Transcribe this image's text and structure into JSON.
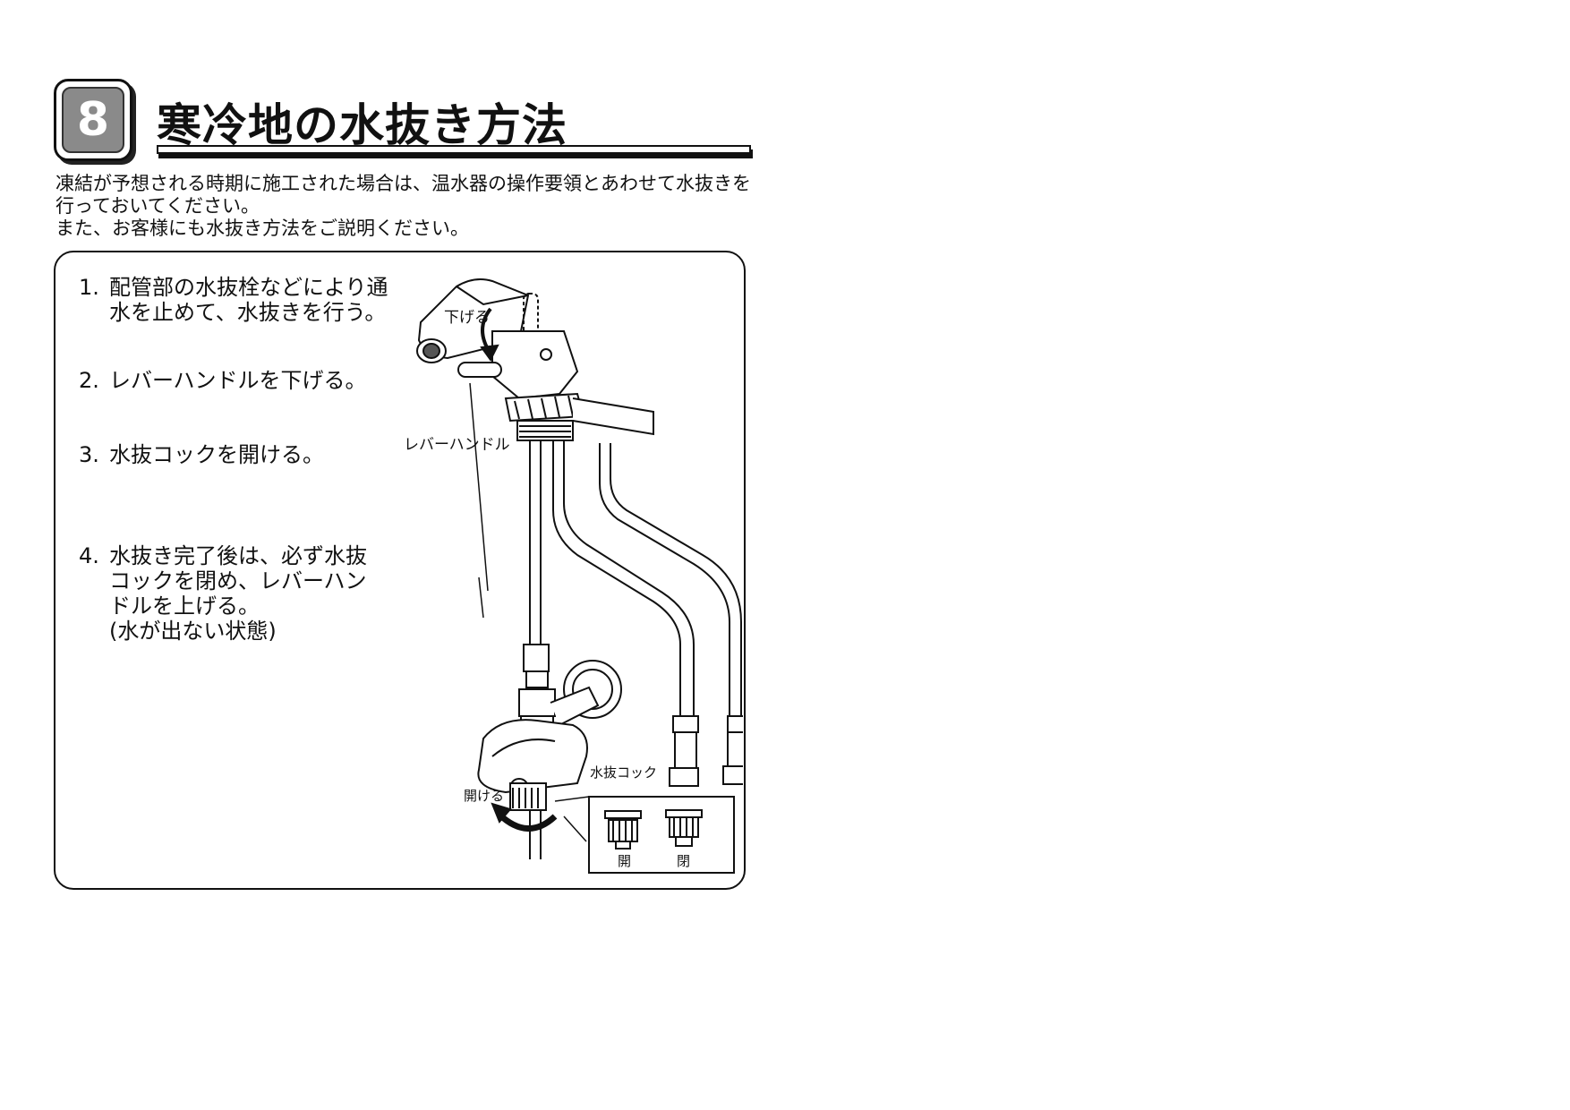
{
  "section": {
    "number": "8",
    "title": "寒冷地の水抜き方法"
  },
  "intro": {
    "line1": "凍結が予想される時期に施工された場合は、温水器の操作要領とあわせて水抜きを",
    "line2": "行っておいてください。",
    "line3": "また、お客様にも水抜き方法をご説明ください。"
  },
  "steps": [
    {
      "num": "1.",
      "line1": "配管部の水抜栓などにより通",
      "line2": "水を止めて、水抜きを行う。"
    },
    {
      "num": "2.",
      "line1": "レバーハンドルを下げる。"
    },
    {
      "num": "3.",
      "line1": "水抜コックを開ける。"
    },
    {
      "num": "4.",
      "line1": "水抜き完了後は、必ず水抜",
      "line2": "コックを閉め、レバーハン",
      "line3": "ドルを上げる。",
      "line4": "(水が出ない状態)"
    }
  ],
  "diagram": {
    "label_lower": "下げる",
    "label_lever": "レバーハンドル",
    "label_cock": "水抜コック",
    "label_open_action": "開ける",
    "label_open": "開",
    "label_closed": "閉"
  }
}
